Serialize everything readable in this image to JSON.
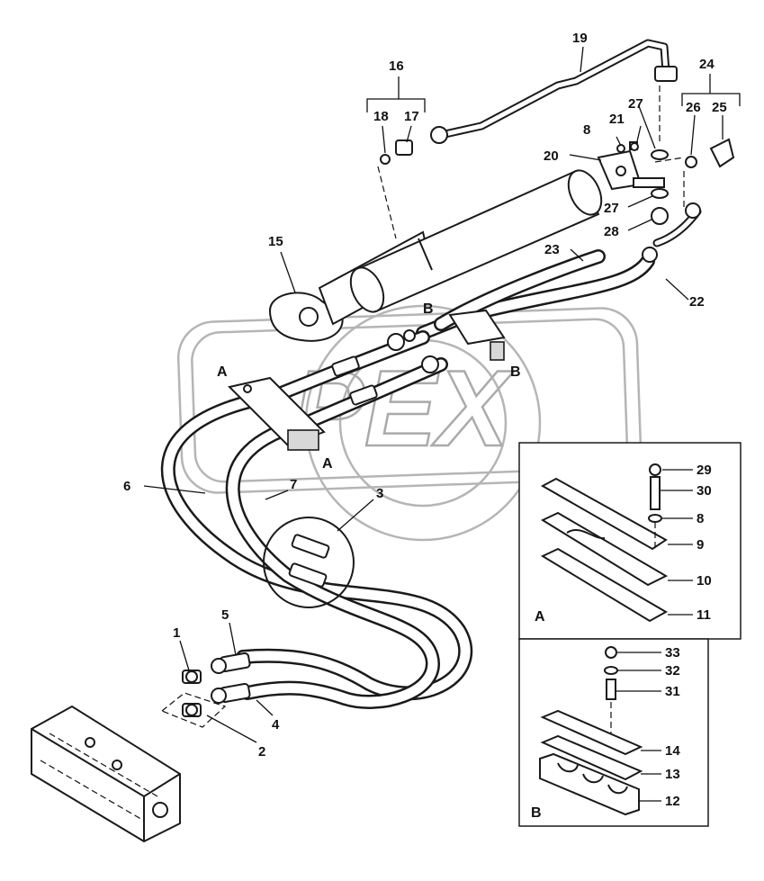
{
  "watermark_text": "PEX",
  "callouts": {
    "c1": "1",
    "c2": "2",
    "c3": "3",
    "c4": "4",
    "c5": "5",
    "c6": "6",
    "c7": "7",
    "c8": "8",
    "c15": "15",
    "c16": "16",
    "c17": "17",
    "c18": "18",
    "c19": "19",
    "c20": "20",
    "c21": "21",
    "c22": "22",
    "c23": "23",
    "c24": "24",
    "c25": "25",
    "c26": "26",
    "c27a": "27",
    "c27b": "27",
    "c28": "28"
  },
  "section_labels": {
    "a_top": "A",
    "a_bottom": "A",
    "b_top": "B",
    "b_right": "B"
  },
  "detail_a": {
    "label": "A",
    "items": [
      "29",
      "30",
      "8",
      "9",
      "10",
      "11"
    ]
  },
  "detail_b": {
    "label": "B",
    "items": [
      "33",
      "32",
      "31",
      "14",
      "13",
      "12"
    ]
  },
  "colors": {
    "line": "#1a1a1a",
    "watermark": "#b5b5b5",
    "background": "#ffffff"
  }
}
